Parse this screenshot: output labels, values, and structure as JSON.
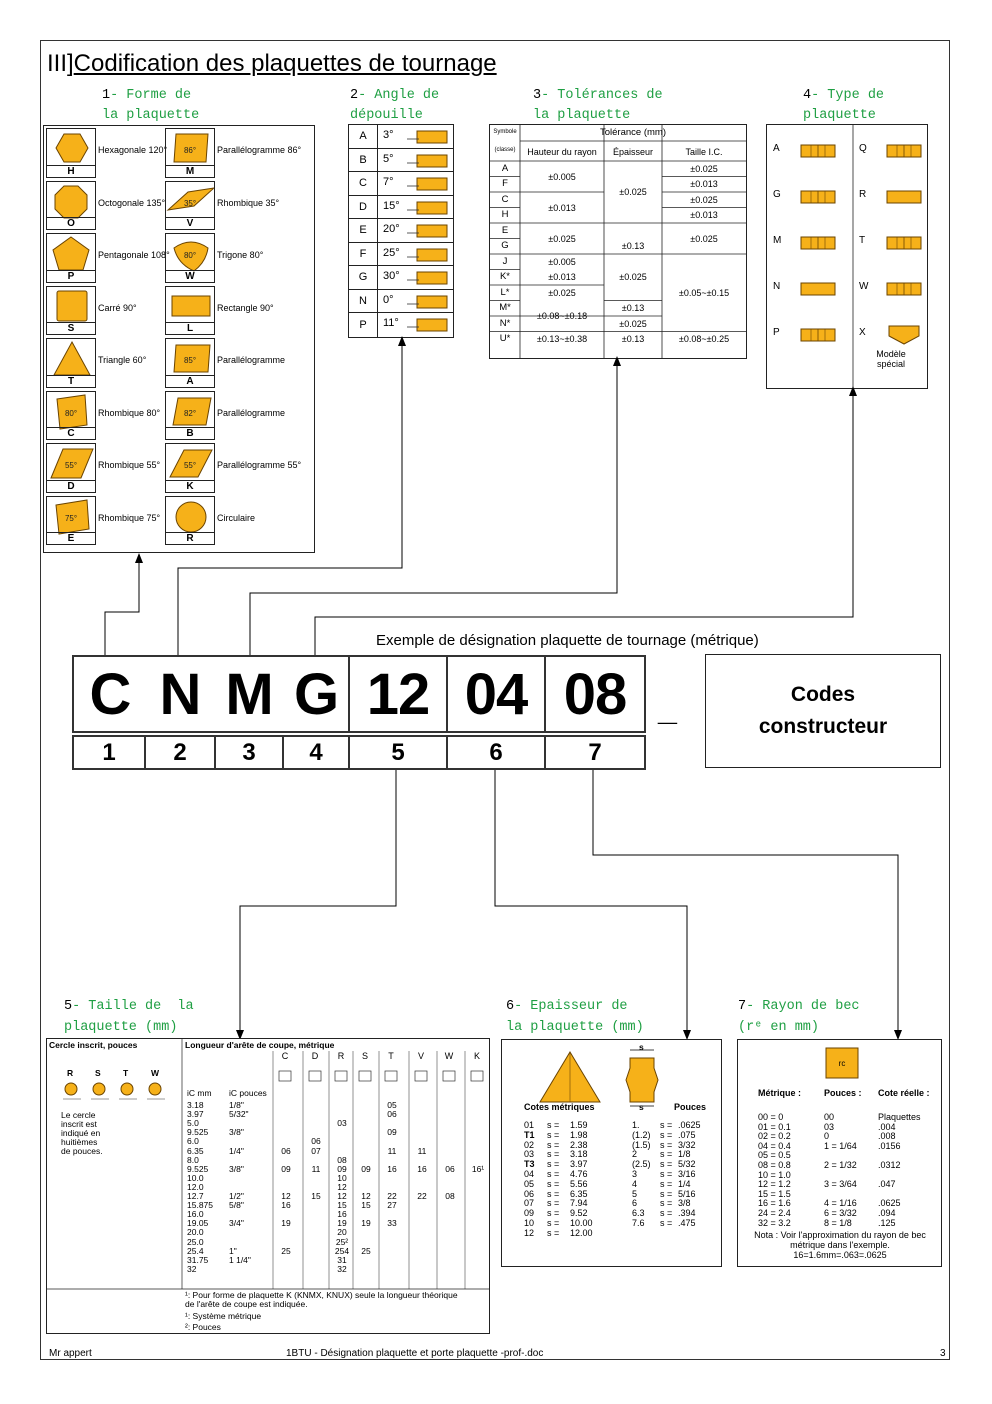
{
  "title": {
    "prefix": "III]",
    "text": "Codification des plaquettes de tournage"
  },
  "sections": {
    "s1": {
      "num": "1",
      "l1": "- Forme de",
      "l2": "la plaquette"
    },
    "s2": {
      "num": "2",
      "l1": "- Angle de",
      "l2": "dépouille"
    },
    "s3": {
      "num": "3",
      "l1": "- Tolérances de",
      "l2": "la plaquette"
    },
    "s4": {
      "num": "4",
      "l1": "- Type de",
      "l2": "plaquette"
    },
    "s5": {
      "num": "5",
      "l1": "- Taille de  la",
      "l2": "plaquette (mm)"
    },
    "s6": {
      "num": "6",
      "l1": "- Epaisseur de",
      "l2": "la plaquette (mm)"
    },
    "s7": {
      "num": "7",
      "l1": "- Rayon de bec",
      "l2": "(rᵉ en mm)"
    }
  },
  "shapes": [
    {
      "left": {
        "name": "Hexagonale 120°",
        "code": "H",
        "angle": ""
      },
      "right": {
        "name": "Parallélogramme 86°",
        "code": "M",
        "angle": "86°"
      }
    },
    {
      "left": {
        "name": "Octogonale 135°",
        "code": "O",
        "angle": ""
      },
      "right": {
        "name": "Rhombique 35°",
        "code": "V",
        "angle": "35°"
      }
    },
    {
      "left": {
        "name": "Pentagonale 108°",
        "code": "P",
        "angle": ""
      },
      "right": {
        "name": "Trigone 80°",
        "code": "W",
        "angle": "80°"
      }
    },
    {
      "left": {
        "name": "Carré 90°",
        "code": "S",
        "angle": ""
      },
      "right": {
        "name": "Rectangle 90°",
        "code": "L",
        "angle": ""
      }
    },
    {
      "left": {
        "name": "Triangle 60°",
        "code": "T",
        "angle": ""
      },
      "right": {
        "name": "Parallélogramme",
        "code": "A",
        "angle": "85°"
      }
    },
    {
      "left": {
        "name": "Rhombique 80°",
        "code": "C",
        "angle": "80°"
      },
      "right": {
        "name": "Parallélogramme",
        "code": "B",
        "angle": "82°"
      }
    },
    {
      "left": {
        "name": "Rhombique 55°",
        "code": "D",
        "angle": "55°"
      },
      "right": {
        "name": "Parallélogramme 55°",
        "code": "K",
        "angle": "55°"
      }
    },
    {
      "left": {
        "name": "Rhombique 75°",
        "code": "E",
        "angle": "75°"
      },
      "right": {
        "name": "Circulaire",
        "code": "R",
        "angle": ""
      }
    }
  ],
  "clearance": [
    {
      "code": "A",
      "angle": "3°"
    },
    {
      "code": "B",
      "angle": "5°"
    },
    {
      "code": "C",
      "angle": "7°"
    },
    {
      "code": "D",
      "angle": "15°"
    },
    {
      "code": "E",
      "angle": "20°"
    },
    {
      "code": "F",
      "angle": "25°"
    },
    {
      "code": "G",
      "angle": "30°"
    },
    {
      "code": "N",
      "angle": "0°"
    },
    {
      "code": "P",
      "angle": "11°"
    }
  ],
  "tolerance": {
    "h_symbole": "Symbole",
    "h_classe": "(classe)",
    "h_tol": "Tolérance (mm)",
    "h_hauteur": "Hauteur du rayon",
    "h_epaisseur": "Épaisseur",
    "h_taille": "Taille I.C.",
    "codes": [
      "A",
      "F",
      "C",
      "H",
      "E",
      "G",
      "J",
      "K*",
      "L*",
      "M*",
      "N*",
      "U*"
    ],
    "hauteur": [
      "±0.005",
      "±0.013",
      "±0.025",
      "±0.005",
      "±0.013",
      "±0.025",
      "±0.08~±0.18",
      "±0.13~±0.38"
    ],
    "epaisseur": [
      "±0.025",
      "±0.13",
      "±0.025",
      "±0.13",
      "±0.025",
      "±0.13"
    ],
    "taille": [
      "±0.025",
      "±0.013",
      "±0.025",
      "±0.013",
      "±0.025",
      "±0.05~±0.15",
      "±0.08~±0.25"
    ]
  },
  "types": [
    {
      "code": "A"
    },
    {
      "code": "Q"
    },
    {
      "code": "G"
    },
    {
      "code": "R"
    },
    {
      "code": "M"
    },
    {
      "code": "T"
    },
    {
      "code": "N"
    },
    {
      "code": "W"
    },
    {
      "code": "P"
    },
    {
      "code": "X",
      "note1": "Modèle",
      "note2": "spécial"
    }
  ],
  "example": {
    "caption": "Exemple de désignation plaquette de tournage (métrique)",
    "chars": [
      "C",
      "N",
      "M",
      "G",
      "12",
      "04",
      "08"
    ],
    "nums": [
      "1",
      "2",
      "3",
      "4",
      "5",
      "6",
      "7"
    ],
    "dash": "_",
    "ctor1": "Codes",
    "ctor2": "constructeur"
  },
  "size": {
    "h_left": "Cercle inscrit, pouces",
    "h_right": "Longueur d'arête de coupe, métrique",
    "cols": [
      "C",
      "D",
      "R",
      "S",
      "T",
      "V",
      "W",
      "K"
    ],
    "shapes": [
      "R",
      "S",
      "T",
      "W"
    ],
    "iC": "iC",
    "ic_mm": "iC mm",
    "ic_pouces": "iC pouces",
    "note_l1": "Le cercle",
    "note_l2": "inscrit est",
    "note_l3": "indiqué en",
    "note_l4": "huitièmes",
    "note_l5": "de pouces.",
    "rows": [
      [
        "3.18",
        "1/8\"",
        "",
        "",
        "",
        "",
        "05",
        "",
        "",
        ""
      ],
      [
        "3.97",
        "5/32\"",
        "",
        "",
        "",
        "",
        "06",
        "",
        "",
        ""
      ],
      [
        "5.0",
        "",
        "",
        "",
        "03",
        "",
        "",
        "",
        "",
        ""
      ],
      [
        "9.525",
        "3/8\"",
        "",
        "",
        "",
        "",
        "09",
        "",
        "",
        ""
      ],
      [
        "6.0",
        "",
        "",
        "06",
        "",
        "",
        "",
        "",
        "",
        ""
      ],
      [
        "6.35",
        "1/4\"",
        "06",
        "07",
        "",
        "",
        "11",
        "11",
        "",
        ""
      ],
      [
        "8.0",
        "",
        "",
        "",
        "08",
        "",
        "",
        "",
        "",
        ""
      ],
      [
        "9.525",
        "3/8\"",
        "09",
        "11",
        "09",
        "09",
        "16",
        "16",
        "06",
        "16¹"
      ],
      [
        "10.0",
        "",
        "",
        "",
        "10",
        "",
        "",
        "",
        "",
        ""
      ],
      [
        "12.0",
        "",
        "",
        "",
        "12",
        "",
        "",
        "",
        "",
        ""
      ],
      [
        "12.7",
        "1/2\"",
        "12",
        "15",
        "12",
        "12",
        "22",
        "22",
        "08",
        ""
      ],
      [
        "15.875",
        "5/8\"",
        "16",
        "",
        "15",
        "15",
        "27",
        "",
        "",
        ""
      ],
      [
        "16.0",
        "",
        "",
        "",
        "16",
        "",
        "",
        "",
        "",
        ""
      ],
      [
        "19.05",
        "3/4\"",
        "19",
        "",
        "19",
        "19",
        "33",
        "",
        "",
        ""
      ],
      [
        "20.0",
        "",
        "",
        "",
        "20",
        "",
        "",
        "",
        "",
        ""
      ],
      [
        "25.0",
        "",
        "",
        "",
        "25²",
        "",
        "",
        "",
        "",
        ""
      ],
      [
        "25.4",
        "1\"",
        "25",
        "",
        "254",
        "25",
        "",
        "",
        "",
        ""
      ],
      [
        "31.75",
        "1 1/4\"",
        "",
        "",
        "31",
        "",
        "",
        "",
        "",
        ""
      ],
      [
        "32",
        "",
        "",
        "",
        "32",
        "",
        "",
        "",
        "",
        ""
      ]
    ],
    "foot1": "¹: Pour forme de plaquette K (KNMX, KNUX) seule la longueur théorique",
    "foot2": "de l'arête de coupe est indiquée.",
    "foot3": "¹: Système métrique",
    "foot4": "²: Pouces"
  },
  "thickness": {
    "s_label": "s",
    "h_metric": "Cotes métriques",
    "h_inch": "Pouces",
    "rows": [
      [
        "01",
        "s =",
        "1.59",
        "1.",
        "s =",
        ".0625"
      ],
      [
        "T1",
        "s =",
        "1.98",
        "(1.2)",
        "s =",
        ".075"
      ],
      [
        "02",
        "s =",
        "2.38",
        "(1.5)",
        "s =",
        "3/32"
      ],
      [
        "03",
        "s =",
        "3.18",
        "2",
        "s =",
        "1/8"
      ],
      [
        "T3",
        "s =",
        "3.97",
        "(2.5)",
        "s =",
        "5/32"
      ],
      [
        "04",
        "s =",
        "4.76",
        "3",
        "s =",
        "3/16"
      ],
      [
        "05",
        "s =",
        "5.56",
        "4",
        "s =",
        "1/4"
      ],
      [
        "06",
        "s =",
        "6.35",
        "5",
        "s =",
        "5/16"
      ],
      [
        "07",
        "s =",
        "7.94",
        "6",
        "s =",
        "3/8"
      ],
      [
        "09",
        "s =",
        "9.52",
        "6.3",
        "s =",
        ".394"
      ],
      [
        "10",
        "s =",
        "10.00",
        "7.6",
        "s =",
        ".475"
      ],
      [
        "12",
        "s =",
        "12.00",
        "",
        "",
        ""
      ]
    ]
  },
  "radius": {
    "icon_label": "rᴄ",
    "h_metric": "Métrique :",
    "h_pouces": "Pouces :",
    "h_cote": "Cote réelle :",
    "rows": [
      [
        "00 = 0",
        "00",
        "Plaquettes"
      ],
      [
        "01 = 0.1",
        "03",
        ".004"
      ],
      [
        "02 = 0.2",
        "0",
        ".008"
      ],
      [
        "04 = 0.4",
        "1 = 1/64",
        ".0156"
      ],
      [
        "05 = 0.5",
        "",
        ""
      ],
      [
        "08 = 0.8",
        "2 = 1/32",
        ".0312"
      ],
      [
        "10 = 1.0",
        "",
        ""
      ],
      [
        "12 = 1.2",
        "3 = 3/64",
        ".047"
      ],
      [
        "15 = 1.5",
        "",
        ""
      ],
      [
        "16 = 1.6",
        "4 = 1/16",
        ".0625"
      ],
      [
        "24 = 2.4",
        "6 = 3/32",
        ".094"
      ],
      [
        "32 = 3.2",
        "8 = 1/8",
        ".125"
      ]
    ],
    "note1": "Nota : Voir l'approximation du rayon de bec",
    "note2": "métrique dans l'exemple.",
    "note3": "16=1.6mm=.063=.0625"
  },
  "footer": {
    "author": "Mr appert",
    "doc": "1BTU - Désignation plaquette et porte plaquette -prof-.doc",
    "page": "3"
  },
  "colors": {
    "accent": "#1f9f43",
    "insert": "#f6b119"
  }
}
